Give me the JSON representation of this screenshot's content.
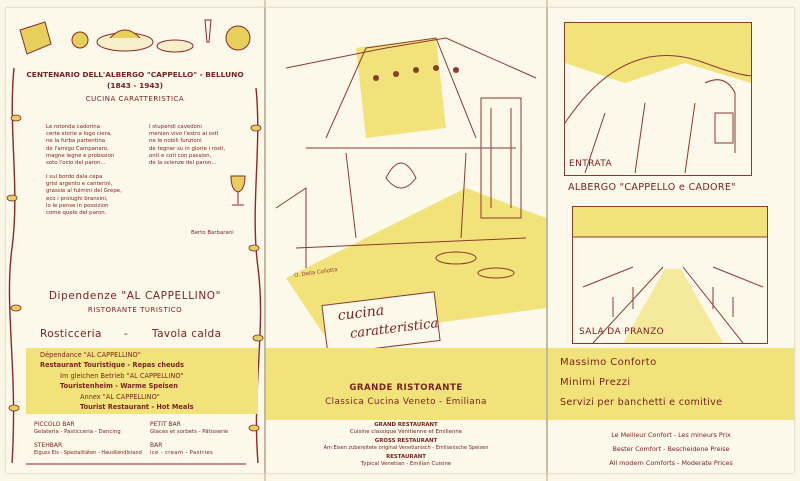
{
  "panel_left": {
    "title": "CENTENARIO DELL'ALBERGO \"CAPPELLO\" - BELLUNO",
    "years": "(1843 - 1943)",
    "subtitle": "CUCINA CARATTERISTICA",
    "poem_col1": "Le rotonda cadorina\ncerte storie a logo ciera,\nne la furba partentina\nde l'amigo Campanaro,\nmagne legne e probssion\nsoto l'ocio del paron...",
    "poem_col2": "I stupendi cavedoni\nmenien vivo l'estro ai osti\nne le nobili funzioni\nde tegner su in glorie i rosti,\nonti e coti con passion,\nde la scienze del paron...",
    "poem_col3": "I sul bordo dala cepa\ngrisi argento e canterini,\ngrassie al fulmini del Grepe,\neco i prolughi bransini,\nlo le pense in possizion\ncome quele del paron.",
    "author": "Berto Barbarani",
    "dipendenze_title": "Dipendenze \"AL CAPPELLINO\"",
    "dipendenze_sub": "RISTORANTE TURISTICO",
    "rosticceria": "Rosticceria",
    "dash": "-",
    "tavola_calda": "Tavola calda",
    "band_lines": [
      "Dépendance \"AL CAPPELLINO\"",
      "Restaurant Touristique - Repas cheuds",
      "Im gleichen Betrieb \"AL CAPPELLINO\"",
      "Touristenheim - Warme Speisen",
      "Annex \"AL CAPPELLINO\"",
      "Tourist Restaurant - Hot Meals"
    ],
    "piccolo_bar": "PICCOLO BAR",
    "piccolo_bar_desc": "Gelateria - Pasticceria - Dancing",
    "petit_bar": "PETIT BAR",
    "petit_bar_desc": "Glaces et sorbets - Pâtisserie",
    "stehbar": "STEHBAR",
    "stehbar_desc": "Eiguss Eis - Spezialitäten - Hausßendlstand",
    "bar": "BAR",
    "bar_desc": "ice - cream - Pastries"
  },
  "panel_middle": {
    "signature": "O. Della Collotta",
    "card_line1": "cucina",
    "card_line2": "caratteristica",
    "grande": "GRANDE RISTORANTE",
    "classica": "Classica Cucina Veneto - Emiliana",
    "small_lines": [
      "GRAND RESTAURANT",
      "Cuisine classique Vénitienne et Emilienne",
      "GROSS RESTAURANT",
      "Am Eisen zubereitete original Venetianisch - Emilianische Speisen",
      "RESTAURANT",
      "Typical Venetian - Emilian Cuisine"
    ]
  },
  "panel_right": {
    "entrata": "ENTRATA",
    "albergo": "ALBERGO \"CAPPELLO e CADORE\"",
    "sala": "SALA DA PRANZO",
    "band_lines": [
      "Massimo Conforto",
      "Minimi Prezzi",
      "Servizi per banchetti e comitive"
    ],
    "foot_lines": [
      "Le Meilleur Confort - Les mineurs Prix",
      "Bester Comfort - Bescheidene Preise",
      "All modern Comforts - Moderate Prices"
    ]
  },
  "colors": {
    "ink": "#7a1f1f",
    "yellow": "#f2e27a",
    "paper": "#fcf8ea"
  }
}
